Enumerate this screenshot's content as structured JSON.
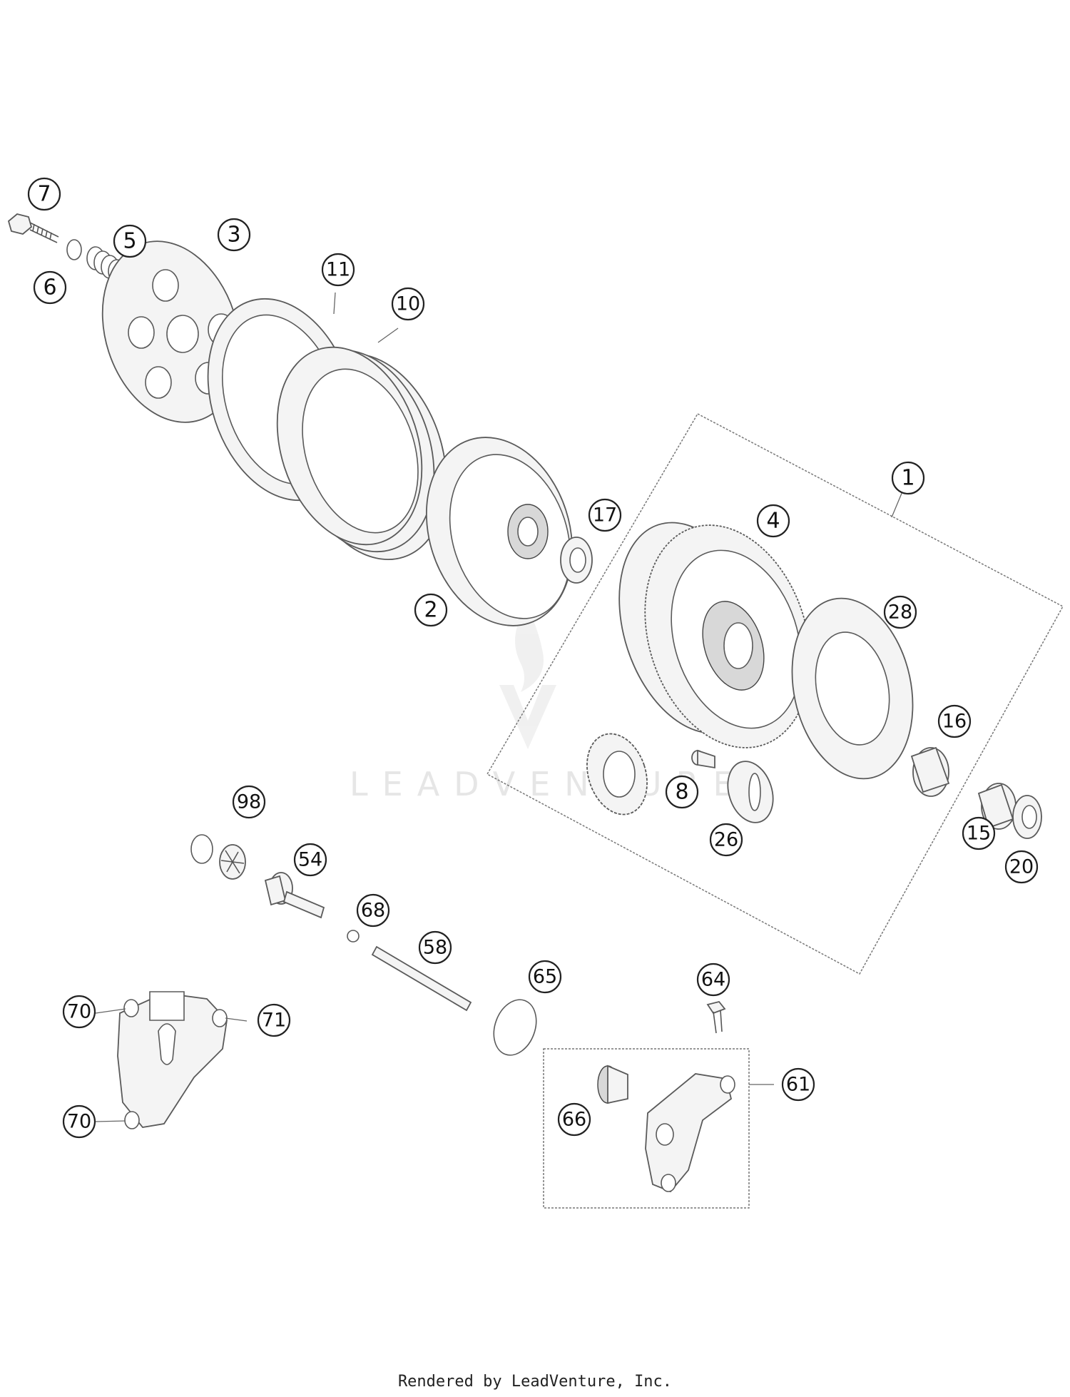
{
  "diagram": {
    "callouts": [
      "7",
      "6",
      "5",
      "3",
      "11",
      "10",
      "17",
      "2",
      "4",
      "1",
      "28",
      "16",
      "8",
      "26",
      "15",
      "20",
      "98",
      "54",
      "68",
      "58",
      "65",
      "64",
      "70",
      "71",
      "70",
      "61",
      "66"
    ]
  },
  "watermark": {
    "text": "LEADVENTURE"
  },
  "footer": {
    "text": "Rendered by LeadVenture, Inc."
  }
}
